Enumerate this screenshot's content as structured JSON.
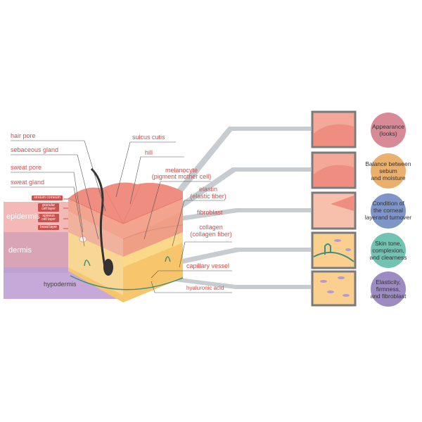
{
  "left_labels": [
    "hair pore",
    "sebaceous gland",
    "sweat pore",
    "sweat gland"
  ],
  "sub_layers": [
    "stratum corneum",
    "granular cell layer",
    "spinous cell layer",
    "basal layer"
  ],
  "layers": [
    "epidermis",
    "dermis",
    "hypodermis"
  ],
  "center_labels": {
    "sulcus": "sulcus cutis",
    "hill": "hill",
    "melanocyte": "melanocyte",
    "melanocyte_sub": "(pigment mother cell)",
    "elastin": "elastin",
    "elastin_sub": "(elastic fiber)",
    "fibroblast": "fibroblast",
    "collagen": "collagen",
    "collagen_sub": "(collagen fiber)",
    "capillary": "capillary vessel",
    "hyaluronic": "hyaluronic acid"
  },
  "features": [
    {
      "lines": [
        "Appearance",
        "(looks)"
      ],
      "color": "#d98a97"
    },
    {
      "lines": [
        "Balance between",
        "sebum",
        "and moisture"
      ],
      "color": "#e9b06e"
    },
    {
      "lines": [
        "Condition of",
        "the corneal",
        "layerand turnover"
      ],
      "color": "#7f95c8"
    },
    {
      "lines": [
        "Skin tone,",
        "complexion,",
        "and clearness"
      ],
      "color": "#72c3b2"
    },
    {
      "lines": [
        "Elasticity,",
        "firmness,",
        "and fibroblast"
      ],
      "color": "#9d8cc2"
    }
  ]
}
